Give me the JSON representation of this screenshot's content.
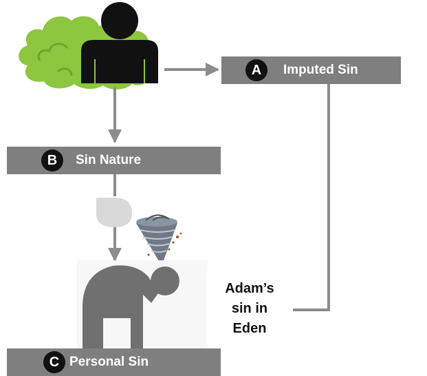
{
  "boxes": {
    "a": {
      "badge": "A",
      "label": "Imputed Sin"
    },
    "b": {
      "badge": "B",
      "label": "Sin Nature"
    },
    "c": {
      "badge": "C",
      "label": "Personal Sin"
    }
  },
  "note": {
    "lines": [
      "Adam’s",
      "sin in",
      "Eden"
    ]
  },
  "icons": {
    "adam": "person-silhouette-icon",
    "bush": "green-bush-icon",
    "drop": "drop-icon",
    "tornado": "tornado-icon",
    "bent_person": "bent-over-person-icon"
  },
  "colors": {
    "bar": "#7f7f7f",
    "connector": "#8c8c8c",
    "bush": "#8dc63f",
    "person": "#111111",
    "bent_person": "#707070",
    "drop": "#d9d9d9",
    "badge": "#111111"
  }
}
